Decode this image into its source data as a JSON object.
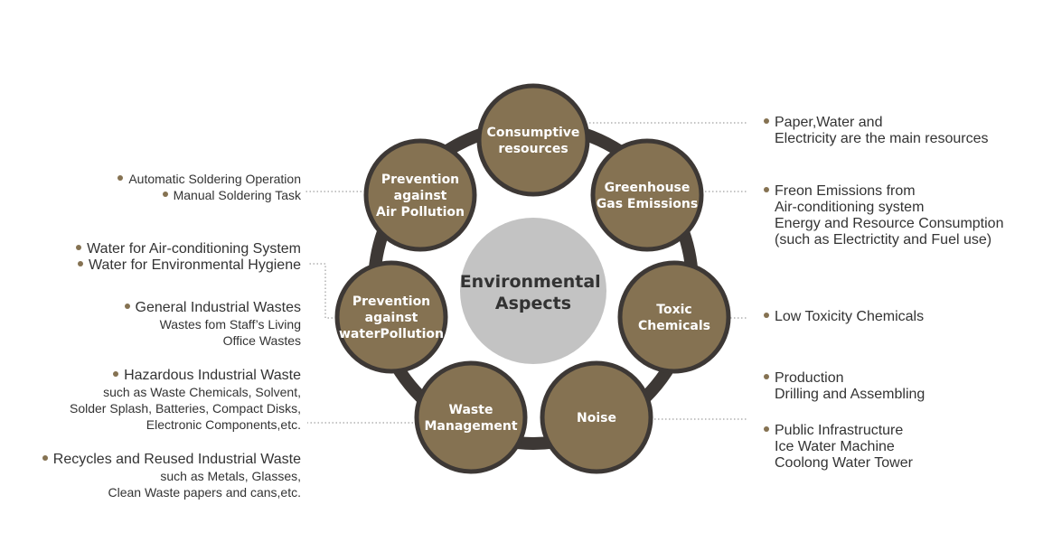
{
  "center": {
    "line1": "Environmental",
    "line2": "Aspects"
  },
  "nodes": {
    "consumptive": [
      "Consumptive",
      "resources"
    ],
    "greenhouse": [
      "Greenhouse",
      "Gas Emissions"
    ],
    "toxic": [
      "Toxic",
      "Chemicals"
    ],
    "noise": [
      "Noise"
    ],
    "waste": [
      "Waste",
      "Management"
    ],
    "water": [
      "Prevention",
      "against",
      "waterPollution"
    ],
    "air": [
      "Prevention",
      "against",
      "Air Pollution"
    ]
  },
  "right_notes": {
    "consumptive": [
      "Paper,Water and",
      "Electricity are the main resources"
    ],
    "greenhouse": [
      "Freon Emissions from",
      "Air-conditioning system",
      "Energy and Resource Consumption",
      "(such as Electrictity and Fuel use)"
    ],
    "toxic": [
      "Low Toxicity Chemicals"
    ],
    "noise_production": [
      "Production",
      "Drilling and Assembling"
    ],
    "noise_public": [
      "Public Infrastructure",
      "Ice Water Machine",
      "Coolong Water Tower"
    ]
  },
  "left_notes": {
    "air": [
      "Automatic Soldering Operation",
      "Manual Soldering Task"
    ],
    "water": [
      "Water for Air-conditioning System",
      "Water for Environmental Hygiene"
    ],
    "general_waste": [
      "General Industrial Wastes",
      "Wastes fom Staff’s Living",
      "Office Wastes"
    ],
    "hazardous_waste": [
      "Hazardous Industrial Waste",
      "such as Waste Chemicals, Solvent,",
      "Solder Splash, Batteries, Compact Disks,",
      "Electronic Components,etc."
    ],
    "recycled_waste": [
      "Recycles and Reused Industrial Waste",
      "such as Metals, Glasses,",
      "Clean Waste papers and cans,etc."
    ]
  },
  "colors": {
    "node_fill": "#857252",
    "node_border": "#3d3835",
    "ring": "#3d3835",
    "center_fill": "#c3c3c3",
    "bullet": "#857252",
    "connector": "#8a8a8a",
    "text": "#333333"
  }
}
